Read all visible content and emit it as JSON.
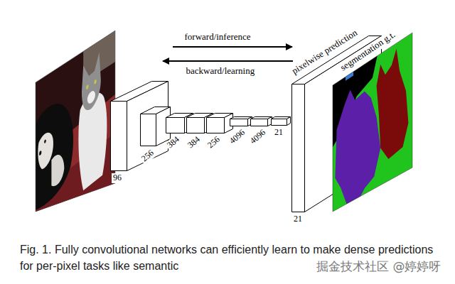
{
  "diagram": {
    "caption": "Fig. 1. Fully convolutional networks can efficiently learn to make dense predictions for per-pixel tasks like semantic",
    "nodes": [
      {
        "text": [
          "96"
        ]
      },
      {
        "text": [
          "256"
        ]
      },
      {
        "text": [
          "384"
        ]
      },
      {
        "text": [
          "384"
        ]
      },
      {
        "text": [
          "256"
        ]
      },
      {
        "text": [
          "4096"
        ]
      },
      {
        "text": [
          "4096"
        ]
      },
      {
        "text": [
          "21"
        ]
      },
      {
        "text": [
          "pixelwise prediction",
          "21"
        ]
      },
      {
        "text": [
          "segmentation g.t."
        ]
      }
    ],
    "labels": [
      "forward/inference",
      "backward/learning",
      "掘金技术社区 @婷婷呀"
    ]
  }
}
